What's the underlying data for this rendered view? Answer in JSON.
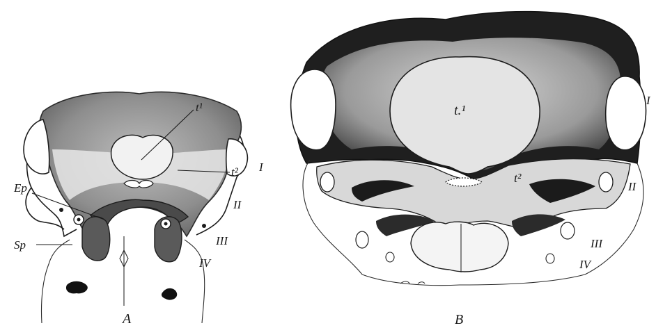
{
  "figure": {
    "panel_a": {
      "caption": "A",
      "labels": {
        "t1": "t¹",
        "t2": "t²",
        "ep": "Ep",
        "sp": "Sp",
        "r1": "I",
        "r2": "II",
        "r3": "III",
        "r4": "IV"
      }
    },
    "panel_b": {
      "caption": "B",
      "labels": {
        "t1": "t.¹",
        "t2": "t²",
        "r1": "I",
        "r2": "II",
        "r3": "III",
        "r4": "IV"
      }
    }
  },
  "colors": {
    "ink": "#1c1c1c",
    "shade_dark": "#2b2b2b",
    "shade_mid": "#8a8a8a",
    "shade_light": "#c9c9c9",
    "paper": "#ffffff"
  }
}
